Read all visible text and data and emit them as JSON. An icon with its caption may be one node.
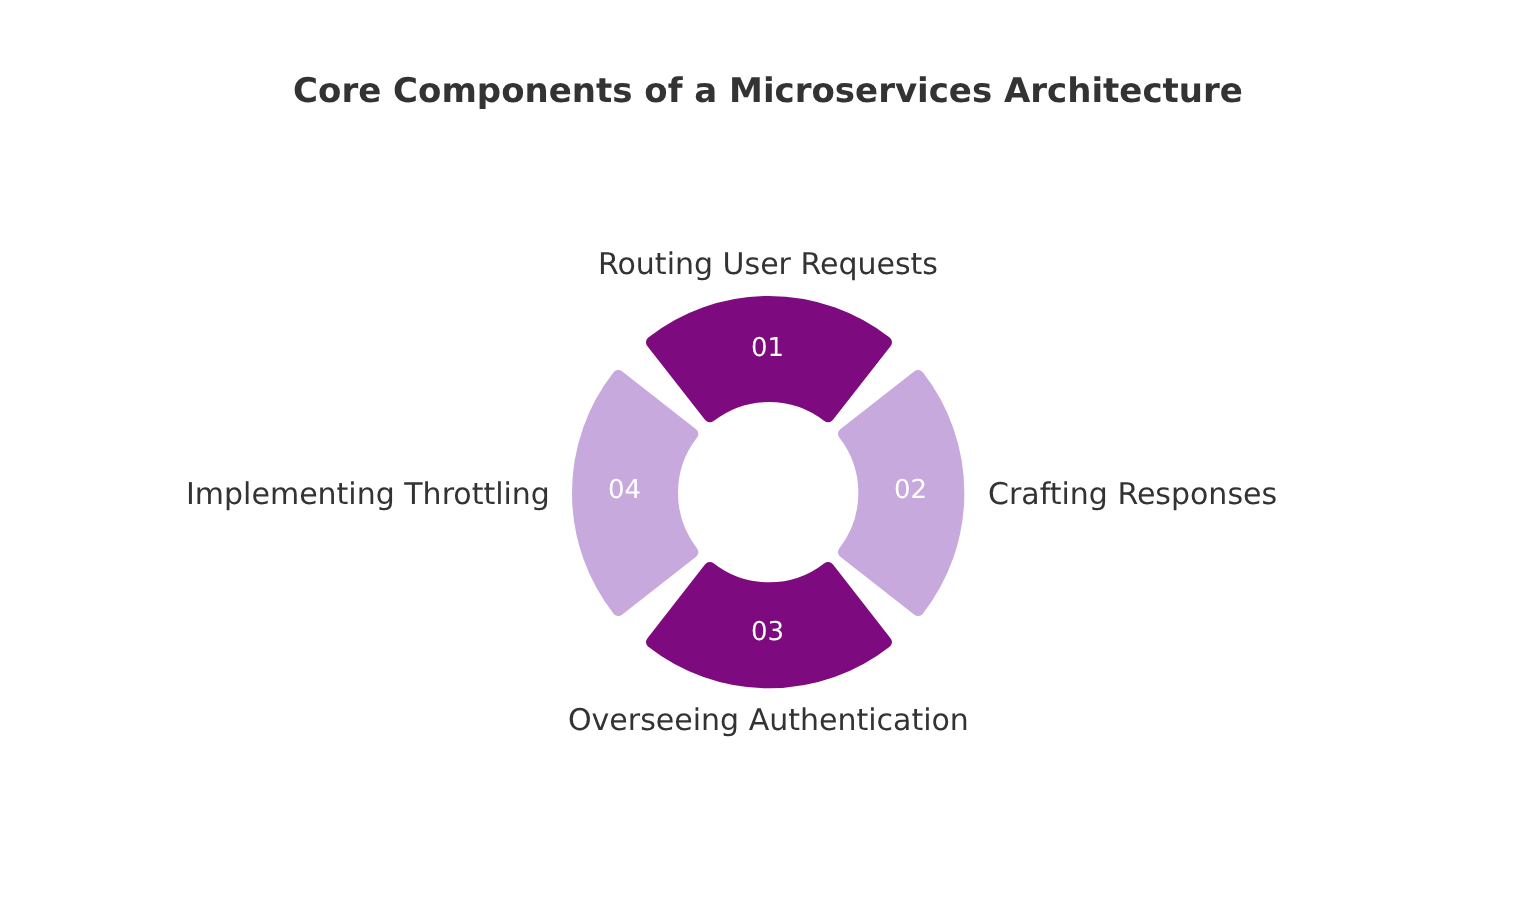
{
  "diagram": {
    "title": "Core Components of a Microservices Architecture",
    "nodes": [
      {
        "text": [
          "01"
        ],
        "beside": [
          "Routing User Requests"
        ]
      },
      {
        "text": [
          "02"
        ],
        "beside": [
          "Crafting Responses"
        ]
      },
      {
        "text": [
          "03"
        ],
        "beside": [
          "Overseeing Authentication"
        ]
      },
      {
        "text": [
          "04"
        ],
        "beside": [
          "Implementing Throttling"
        ]
      }
    ]
  }
}
